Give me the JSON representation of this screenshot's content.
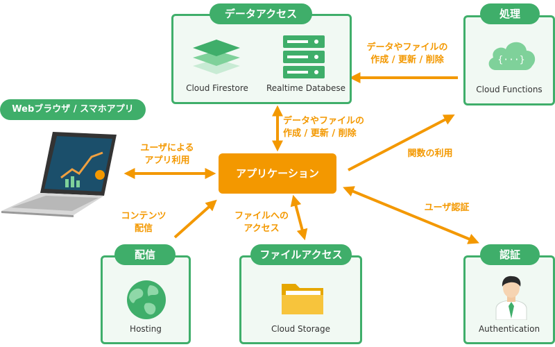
{
  "colors": {
    "green": "#3fae6a",
    "orange": "#f39800",
    "box_bg": "#f1f9f3"
  },
  "data_access": {
    "title": "データアクセス",
    "firestore_label": "Cloud Firestore",
    "realtime_label": "Realtime Databese",
    "firestore_icon": "layers-icon",
    "realtime_icon": "database-server-icon"
  },
  "processing": {
    "title": "処理",
    "functions_label": "Cloud Functions",
    "icon": "cloud-icon",
    "cloud_text": "{···}"
  },
  "browser": {
    "label": "Webブラウザ / スマホアプリ",
    "icon": "laptop-icon"
  },
  "application": {
    "label": "アプリケーション"
  },
  "delivery": {
    "title": "配信",
    "hosting_label": "Hosting",
    "icon": "globe-icon"
  },
  "file_access": {
    "title": "ファイルアクセス",
    "storage_label": "Cloud Storage",
    "icon": "folder-icon"
  },
  "auth": {
    "title": "認証",
    "auth_label": "Authentication",
    "icon": "person-icon"
  },
  "annotations": {
    "top_right": "データやファイルの\n作成 / 更新 / 削除",
    "center": "データやファイルの\n作成 / 更新 / 削除",
    "user_app": "ユーザによる\nアプリ利用",
    "functions_use": "関数の利用",
    "user_auth": "ユーザ認証",
    "content_delivery": "コンテンツ\n配信",
    "file_access": "ファイルへの\nアクセス"
  }
}
